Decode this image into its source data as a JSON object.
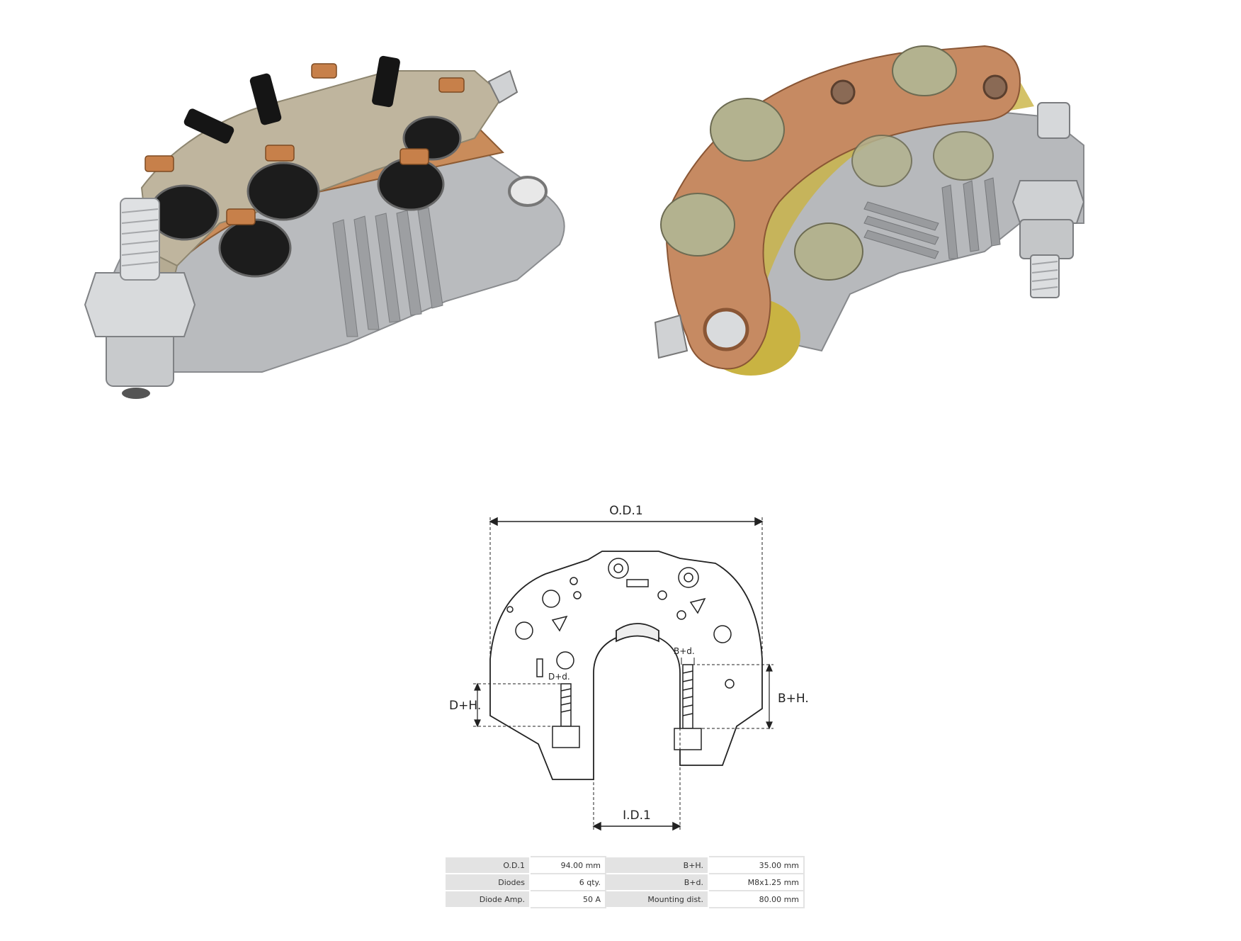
{
  "drawing": {
    "od_label": "O.D.1",
    "id_label": "I.D.1",
    "dh_label": "D+H.",
    "bh_label": "B+H.",
    "dd_label": "D+d.",
    "bd_label": "B+d."
  },
  "specs": {
    "rows": [
      {
        "l1": "O.D.1",
        "v1": "94.00 mm",
        "l2": "B+H.",
        "v2": "35.00 mm"
      },
      {
        "l1": "Diodes",
        "v1": "6 qty.",
        "l2": "B+d.",
        "v2": "M8x1.25 mm"
      },
      {
        "l1": "Diode Amp.",
        "v1": "50 A",
        "l2": "Mounting dist.",
        "v2": "80.00 mm"
      }
    ]
  }
}
